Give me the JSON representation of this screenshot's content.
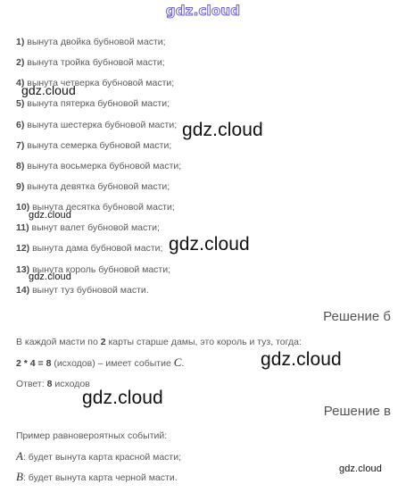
{
  "header": {
    "logo": "gdz.cloud"
  },
  "list_items": [
    {
      "num": "1)",
      "text": " вынута двойка бубновой масти;"
    },
    {
      "num": "2)",
      "text": " вынута тройка бубновой масти;"
    },
    {
      "num": "4)",
      "text": " вынута четверка бубновой масти;"
    },
    {
      "num": "5)",
      "text": " вынута пятерка бубновой масти;"
    },
    {
      "num": "6)",
      "text": " вынута шестерка бубновой масти;"
    },
    {
      "num": "7)",
      "text": " вынута семерка бубновой масти;"
    },
    {
      "num": "8)",
      "text": " вынута восьмерка бубновой масти;"
    },
    {
      "num": "9)",
      "text": " вынута девятка бубновой масти;"
    },
    {
      "num": "10)",
      "text": " вынута десятка бубновой масти;"
    },
    {
      "num": "11)",
      "text": " вынут валет бубновой масти;"
    },
    {
      "num": "12)",
      "text": " вынута дама бубновой масти;"
    },
    {
      "num": "13)",
      "text": " вынута король бубновой масти;"
    },
    {
      "num": "14)",
      "text": " вынут туз бубновой масти."
    }
  ],
  "solution_b": {
    "title": "Решение б",
    "line1_pre": "В каждой масти по ",
    "line1_num": "2",
    "line1_post": " карты старше дамы, это король и туз, тогда:",
    "formula_bold": "2 * 4 = 8",
    "formula_mid": " (исходов) – имеет событие ",
    "formula_event": "C",
    "formula_end": ".",
    "answer_pre": "Ответ: ",
    "answer_num": "8",
    "answer_post": " исходов"
  },
  "solution_v": {
    "title": "Решение в",
    "intro": "Пример равновероятных событий:",
    "event_a_letter": "A",
    "event_a_text": ": будет вынута карта красной масти;",
    "event_b_letter": "B",
    "event_b_text": ": будет вынута карта черной масти."
  },
  "watermarks": [
    "gdz.cloud",
    "gdz.cloud",
    "gdz.cloud",
    "gdz.cloud",
    "gdz.cloud",
    "gdz.cloud",
    "gdz.cloud",
    "gdz.cloud",
    "gdz.cloud"
  ]
}
